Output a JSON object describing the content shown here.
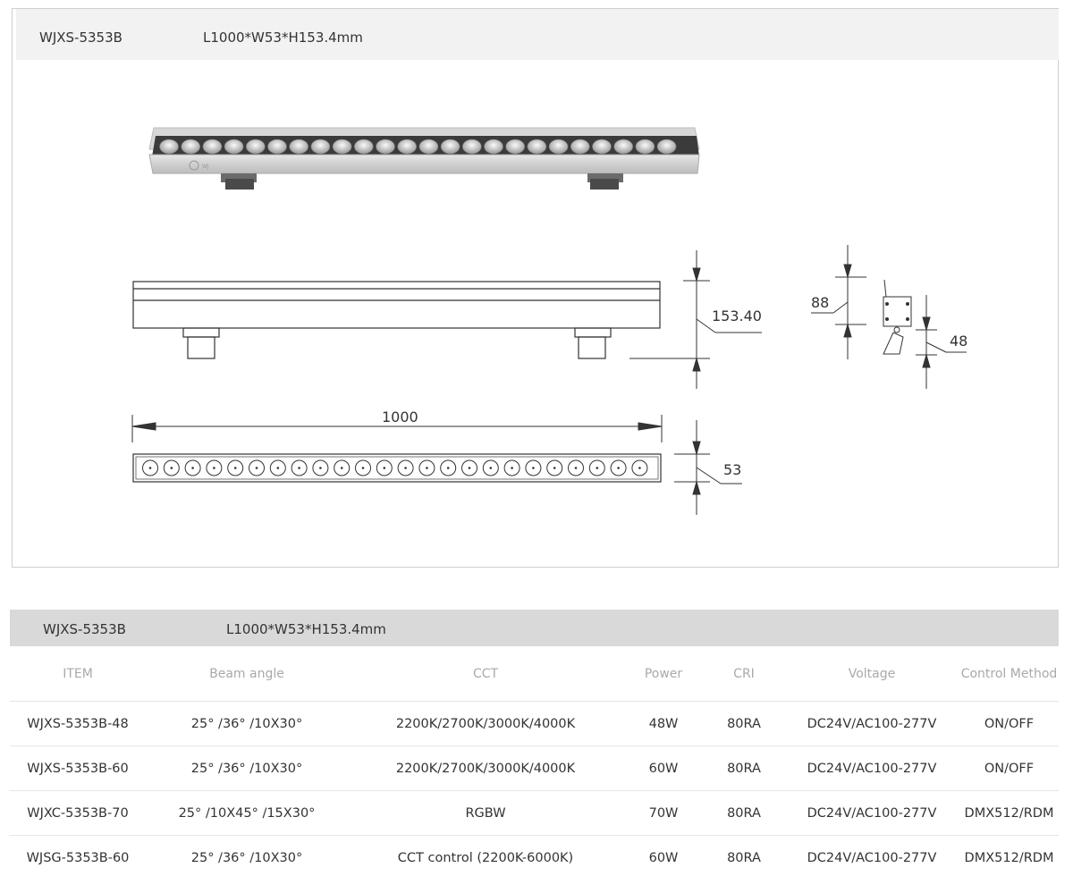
{
  "top_panel": {
    "model": "WJXS-5353B",
    "dimensions": "L1000*W53*H153.4mm"
  },
  "drawing": {
    "dim_height": "153.40",
    "dim_length": "1000",
    "dim_width": "53",
    "dim_side_88": "88",
    "dim_side_48": "48",
    "led_count": 24
  },
  "spec": {
    "header_model": "WJXS-5353B",
    "header_dimensions": "L1000*W53*H153.4mm",
    "columns": [
      "ITEM",
      "Beam angle",
      "CCT",
      "Power",
      "CRI",
      "Voltage",
      "Control Method"
    ],
    "rows": [
      [
        "WJXS-5353B-48",
        "25° /36° /10X30°",
        "2200K/2700K/3000K/4000K",
        "48W",
        "80RA",
        "DC24V/AC100-277V",
        "ON/OFF"
      ],
      [
        "WJXS-5353B-60",
        "25° /36° /10X30°",
        "2200K/2700K/3000K/4000K",
        "60W",
        "80RA",
        "DC24V/AC100-277V",
        "ON/OFF"
      ],
      [
        "WJXC-5353B-70",
        "25° /10X45° /15X30°",
        "RGBW",
        "70W",
        "80RA",
        "DC24V/AC100-277V",
        "DMX512/RDM"
      ],
      [
        "WJSG-5353B-60",
        "25° /36° /10X30°",
        "CCT control (2200K-6000K)",
        "60W",
        "80RA",
        "DC24V/AC100-277V",
        "DMX512/RDM"
      ]
    ]
  }
}
